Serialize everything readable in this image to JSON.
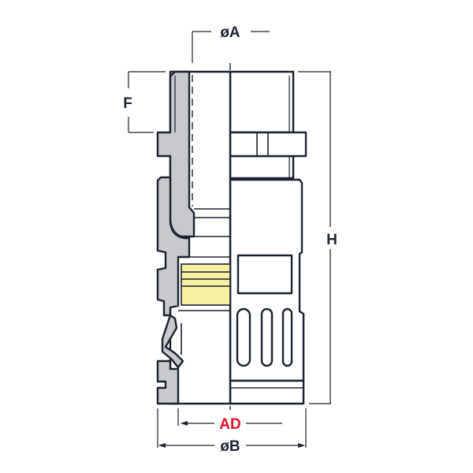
{
  "diagram": {
    "labels": {
      "diameter_a": "øA",
      "f": "F",
      "h": "H",
      "ad": "AD",
      "diameter_b": "øB"
    },
    "colors": {
      "outline": "#1b2330",
      "section": "#c8c9cc",
      "seal": "#f7f0a0",
      "ad_label": "#e0102a"
    }
  }
}
